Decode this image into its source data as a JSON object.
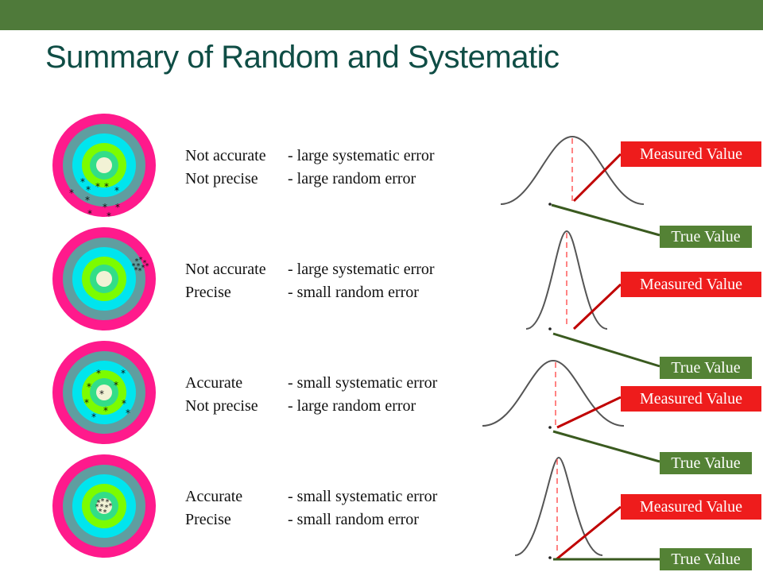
{
  "slide": {
    "title": "Summary of Random and Systematic",
    "cases": [
      {
        "accuracy_label": "Not accurate",
        "accuracy_desc": "- large systematic error",
        "precision_label": "Not precise",
        "precision_desc": "- large random error"
      },
      {
        "accuracy_label": "Not accurate",
        "accuracy_desc": "- large systematic error",
        "precision_label": "Precise",
        "precision_desc": "- small random error"
      },
      {
        "accuracy_label": "Accurate",
        "accuracy_desc": "- small systematic error",
        "precision_label": "Not precise",
        "precision_desc": "- large random error"
      },
      {
        "accuracy_label": "Accurate",
        "accuracy_desc": "- small systematic error",
        "precision_label": "Precise",
        "precision_desc": "- small random error"
      }
    ],
    "measured_value_label": "Measured Value",
    "true_value_label": "True Value"
  },
  "colors": {
    "top_bar": "#4f7a3a",
    "title": "#0f4d45",
    "target_rings": [
      "#ff1a8c",
      "#5f9ea0",
      "#00e5ee",
      "#7cfc00",
      "#33dd88",
      "#f2f2d5"
    ],
    "measured_box": "#ee1c1c",
    "true_box": "#548235",
    "measured_line": "#c00000",
    "true_line": "#3a5a1f",
    "dashed_line": "#ff5a5a",
    "curve": "#555555"
  }
}
